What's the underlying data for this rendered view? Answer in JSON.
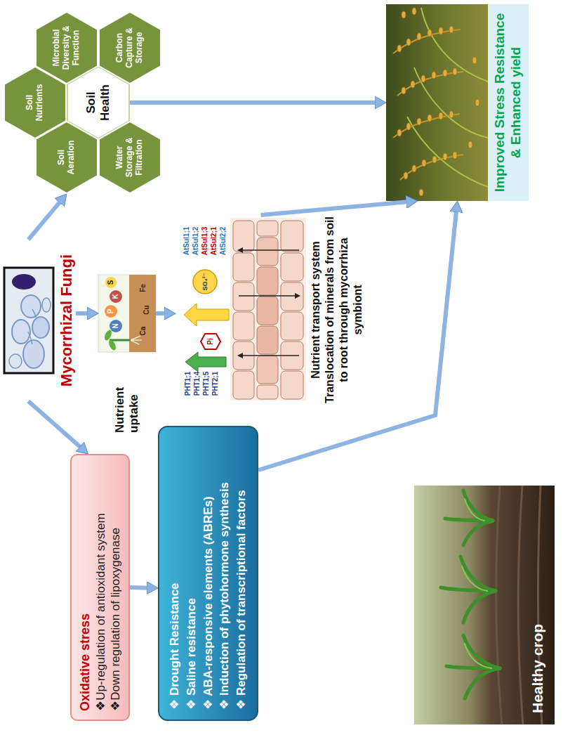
{
  "diagram": {
    "nodes": [
      {
        "text": [
          "Mycorrhizal Fungi"
        ]
      },
      {
        "text": [
          "Oxidative stress",
          "❖Up-regulation of antioxidant system",
          "❖Down regulation of lipoxygenase"
        ]
      },
      {
        "text": [
          "❖ Drought Resistance",
          "❖ Saline resistance",
          "❖ ABA-responsive elements (ABREs)",
          "❖ Induction of phytohormone synthesis",
          "❖ Regulation of transcriptional factors"
        ]
      },
      {
        "text": [
          "Nutrient uptake"
        ]
      },
      {
        "text": [
          "Nutrient transport system",
          "Translocation of minerals from soil to root through mycorrhiza symbiont"
        ]
      },
      {
        "text": [
          "Soil Health"
        ]
      },
      {
        "text": [
          "Soil Aeration"
        ]
      },
      {
        "text": [
          "Water Storage & Filtration"
        ]
      },
      {
        "text": [
          "Soil Nutrients"
        ]
      },
      {
        "text": [
          "Microbial Diversity & Function"
        ]
      },
      {
        "text": [
          "Carbon Capture & Storage"
        ]
      },
      {
        "text": [
          "Improved Stress Resistance & Enhanced yield"
        ]
      },
      {
        "text": [
          "Healthy crop"
        ]
      }
    ],
    "edges": [
      {
        "from": 0,
        "to": 1,
        "arrow": "to"
      },
      {
        "from": 0,
        "to": 3,
        "arrow": "to"
      },
      {
        "from": 0,
        "to": 6,
        "arrow": "to"
      },
      {
        "from": 1,
        "to": 2,
        "arrow": "to"
      },
      {
        "from": 3,
        "to": 4,
        "arrow": "to"
      },
      {
        "from": 4,
        "to": 11,
        "arrow": "to"
      },
      {
        "from": 2,
        "to": 11,
        "arrow": "to"
      },
      {
        "from": 5,
        "to": 11,
        "arrow": "to"
      }
    ],
    "labels": [
      "N",
      "P",
      "K",
      "S",
      "Ca",
      "Cu",
      "Fe",
      "PHT1;1",
      "PHT1;4",
      "PHT1;5",
      "PHT2;1",
      "Pi",
      "AtSul1;1",
      "AtSul1;2",
      "AtSul1;3",
      "AtSul2;1",
      "AtSul2;2",
      "SO₄²⁻"
    ]
  }
}
